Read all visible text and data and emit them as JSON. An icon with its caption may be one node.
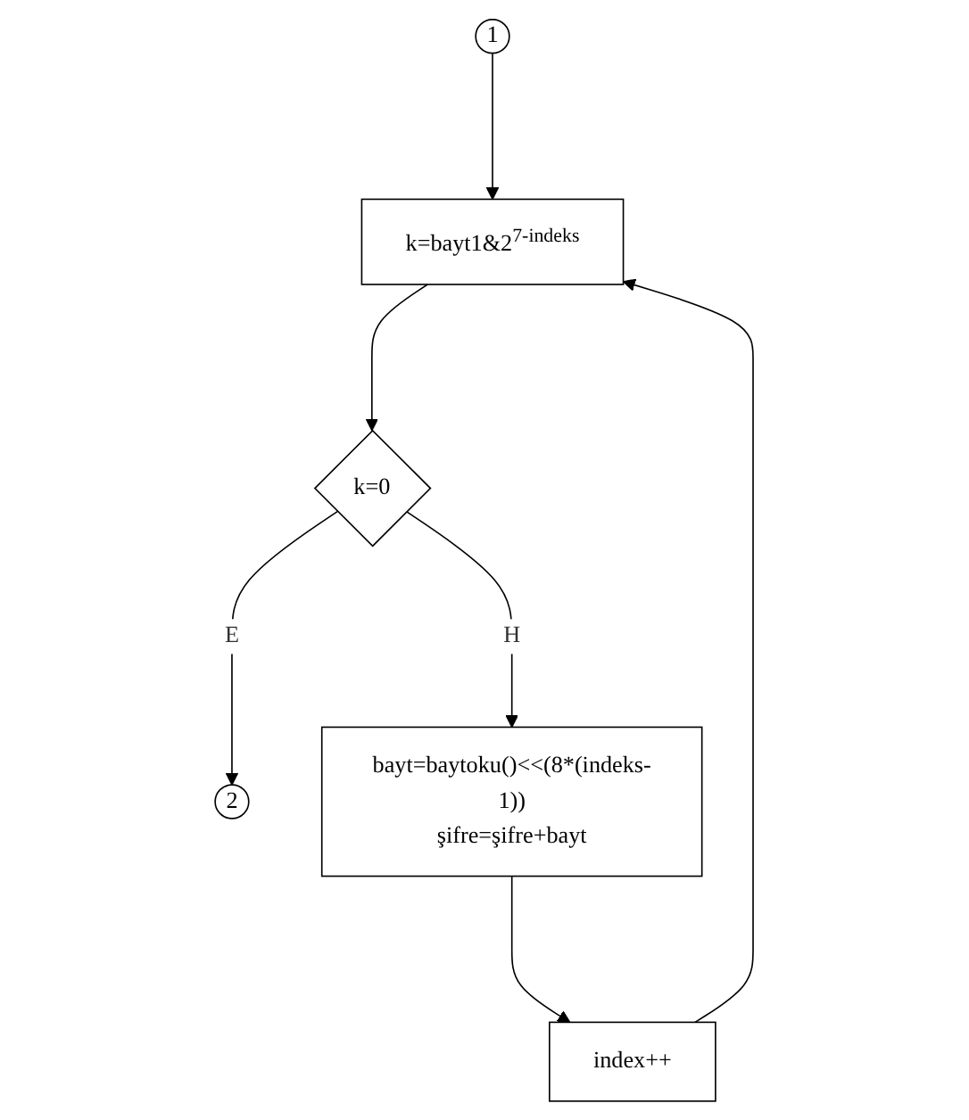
{
  "diagram": {
    "nodes": [
      {
        "text": [
          "1"
        ]
      },
      {
        "text": [
          "k=bayt1&2$^{7-indeks}$"
        ]
      },
      {
        "text": [
          "k=0"
        ]
      },
      {
        "text": [
          "2"
        ]
      },
      {
        "text": [
          "bayt=baytoku()<<(8*(indeks-1))",
          "şifre=şifre+bayt"
        ]
      },
      {
        "text": [
          "index++"
        ]
      }
    ],
    "edges": [
      {
        "from": 0,
        "to": 1,
        "arrow": "to"
      },
      {
        "from": 1,
        "to": 2,
        "arrow": "to"
      },
      {
        "from": 2,
        "to": 3,
        "arrow": "to",
        "label": "E"
      },
      {
        "from": 2,
        "to": 4,
        "arrow": "to",
        "label": "H"
      },
      {
        "from": 4,
        "to": 5,
        "arrow": "to"
      },
      {
        "from": 5,
        "to": 1,
        "arrow": "to"
      }
    ]
  }
}
